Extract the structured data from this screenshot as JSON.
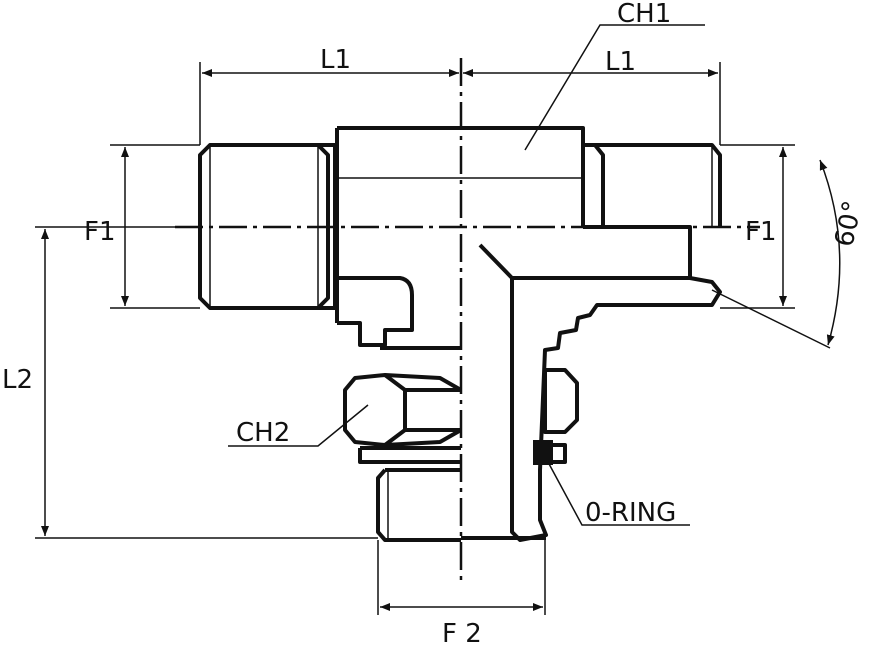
{
  "drawing": {
    "labels": {
      "ch1": "CH1",
      "l1_left": "L1",
      "l1_right": "L1",
      "f1_left": "F1",
      "f1_right": "F1",
      "angle": "60°",
      "l2": "L2",
      "ch2": "CH2",
      "oring": "0-RING",
      "f2": "F 2"
    },
    "colors": {
      "line": "#111111",
      "background": "#ffffff"
    }
  }
}
